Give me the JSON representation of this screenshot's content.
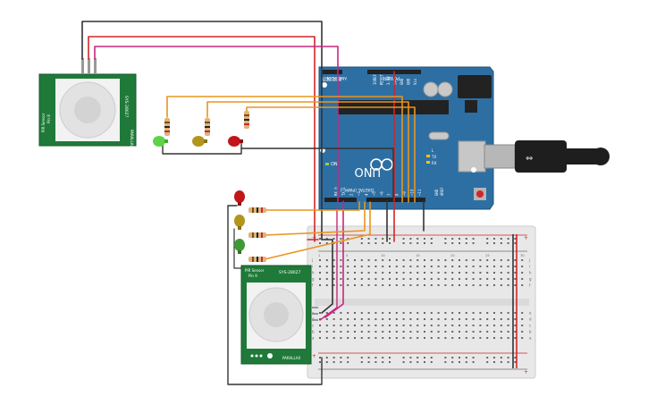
{
  "arduino": {
    "brand": "UNO",
    "power_label": "POWER",
    "analog_label": "ANALOG IN",
    "digital_label": "DIGITAL (PWM~)",
    "tx_label": "TX",
    "rx_label": "RX",
    "on_label": "ON",
    "l_label": "L",
    "aref_label": "AREF",
    "gnd_label": "GND",
    "analog_pins": [
      "A5",
      "A4",
      "A3",
      "A2",
      "A1",
      "A0"
    ],
    "power_pins": [
      "Vin",
      "GND",
      "GND",
      "5V",
      "3.3V",
      "RESET",
      "IOREF"
    ],
    "digital_pins": [
      "~11",
      "~10",
      "~9",
      "8",
      "7",
      "~6",
      "~5",
      "4",
      "~3",
      "2",
      "TX 1",
      "RX 0"
    ]
  },
  "sensor_top": {
    "name": "PIR Sensor",
    "subtitle": "Pin 8",
    "code": "SYS-28027",
    "footer": "PARALLAX"
  },
  "sensor_bottom": {
    "name": "PIR Sensor",
    "subtitle": "Pin 9",
    "code": "SYS-28027",
    "footer": "PARALLAX"
  },
  "colors": {
    "board": "#2e6fa3",
    "board_dark": "#1f4f78",
    "wire_black": "#333333",
    "wire_red": "#d0262a",
    "wire_magenta": "#c9267f",
    "wire_orange": "#e8951e",
    "sensor_green": "#1f7a3a",
    "breadboard": "#eeeeee",
    "led_green": "#5fd247",
    "led_yellow": "#b1951d",
    "led_red": "#c0161a"
  },
  "breadboard": {
    "col_numbers": [
      "1",
      "5",
      "10",
      "15",
      "20",
      "25",
      "30"
    ],
    "row_letters_top": [
      "j",
      "i",
      "h",
      "g",
      "f"
    ],
    "row_letters_bottom": [
      "e",
      "d",
      "c",
      "b",
      "a"
    ]
  }
}
